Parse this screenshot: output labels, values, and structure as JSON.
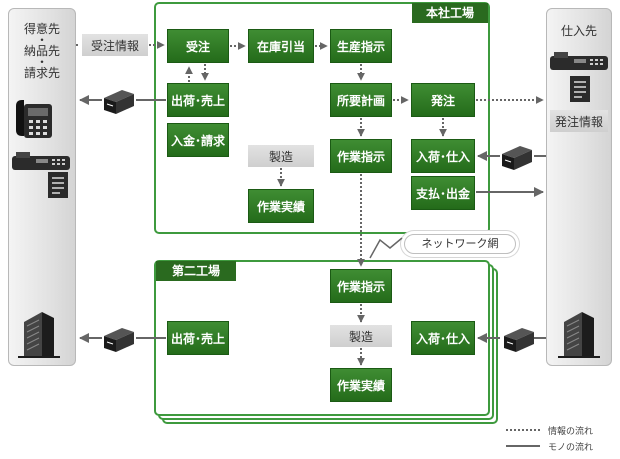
{
  "customers": {
    "lines": [
      "得意先",
      "・",
      "納品先",
      "・",
      "請求先"
    ]
  },
  "supplier": {
    "title": "仕入先",
    "order_info": "発注情報"
  },
  "order_info_label": "受注情報",
  "network_label": "ネットワーク網",
  "head_plant": {
    "title": "本社工場",
    "juchu": "受注",
    "zaiko": "在庫引当",
    "seisan": "生産指示",
    "shukka": "出荷･売上",
    "shoyo": "所要計画",
    "hatchu": "発注",
    "nyukin": "入金･請求",
    "seizo": "製造",
    "sagyo_shiji": "作業指示",
    "nyuka": "入荷･仕入",
    "sagyo_jisseki": "作業実績",
    "shiharai": "支払･出金"
  },
  "second_plant": {
    "title": "第二工場",
    "sagyo_shiji": "作業指示",
    "shukka": "出荷･売上",
    "seizo": "製造",
    "nyuka": "入荷･仕入",
    "sagyo_jisseki": "作業実績"
  },
  "legend": {
    "info_flow": "情報の流れ",
    "goods_flow": "モノの流れ"
  },
  "colors": {
    "green_box": "#2f7d25",
    "plant_border": "#3e9a3e",
    "tab": "#2a6a1f",
    "arrow": "#666666"
  }
}
